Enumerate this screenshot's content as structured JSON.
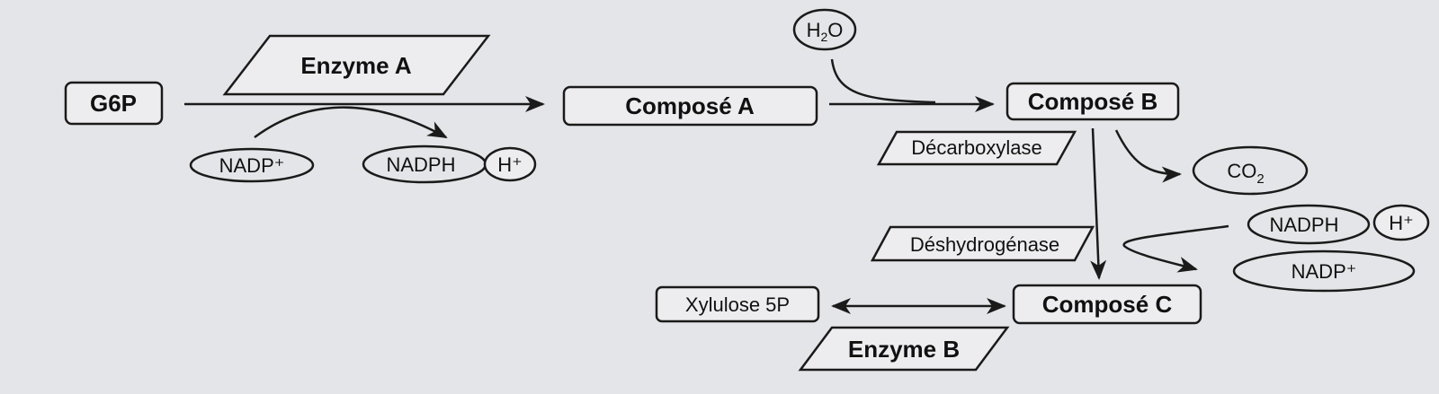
{
  "nodes": {
    "g6p": "G6P",
    "enzyme_a": "Enzyme A",
    "compose_a": "Composé A",
    "compose_b": "Composé B",
    "compose_c": "Composé C",
    "xylulose": "Xylulose 5P",
    "enzyme_b": "Enzyme B",
    "decarboxylase": "Décarboxylase",
    "deshydrogenase": "Déshydrogénase",
    "nadp_1": "NADP⁺",
    "nadph_1": "NADPH",
    "hplus_1": "H⁺",
    "h2o_h": "H",
    "h2o_sub": "2",
    "h2o_o": "O",
    "co2_c": "CO",
    "co2_sub": "2",
    "nadph_2": "NADPH",
    "hplus_2": "H⁺",
    "nadp_2": "NADP⁺"
  }
}
